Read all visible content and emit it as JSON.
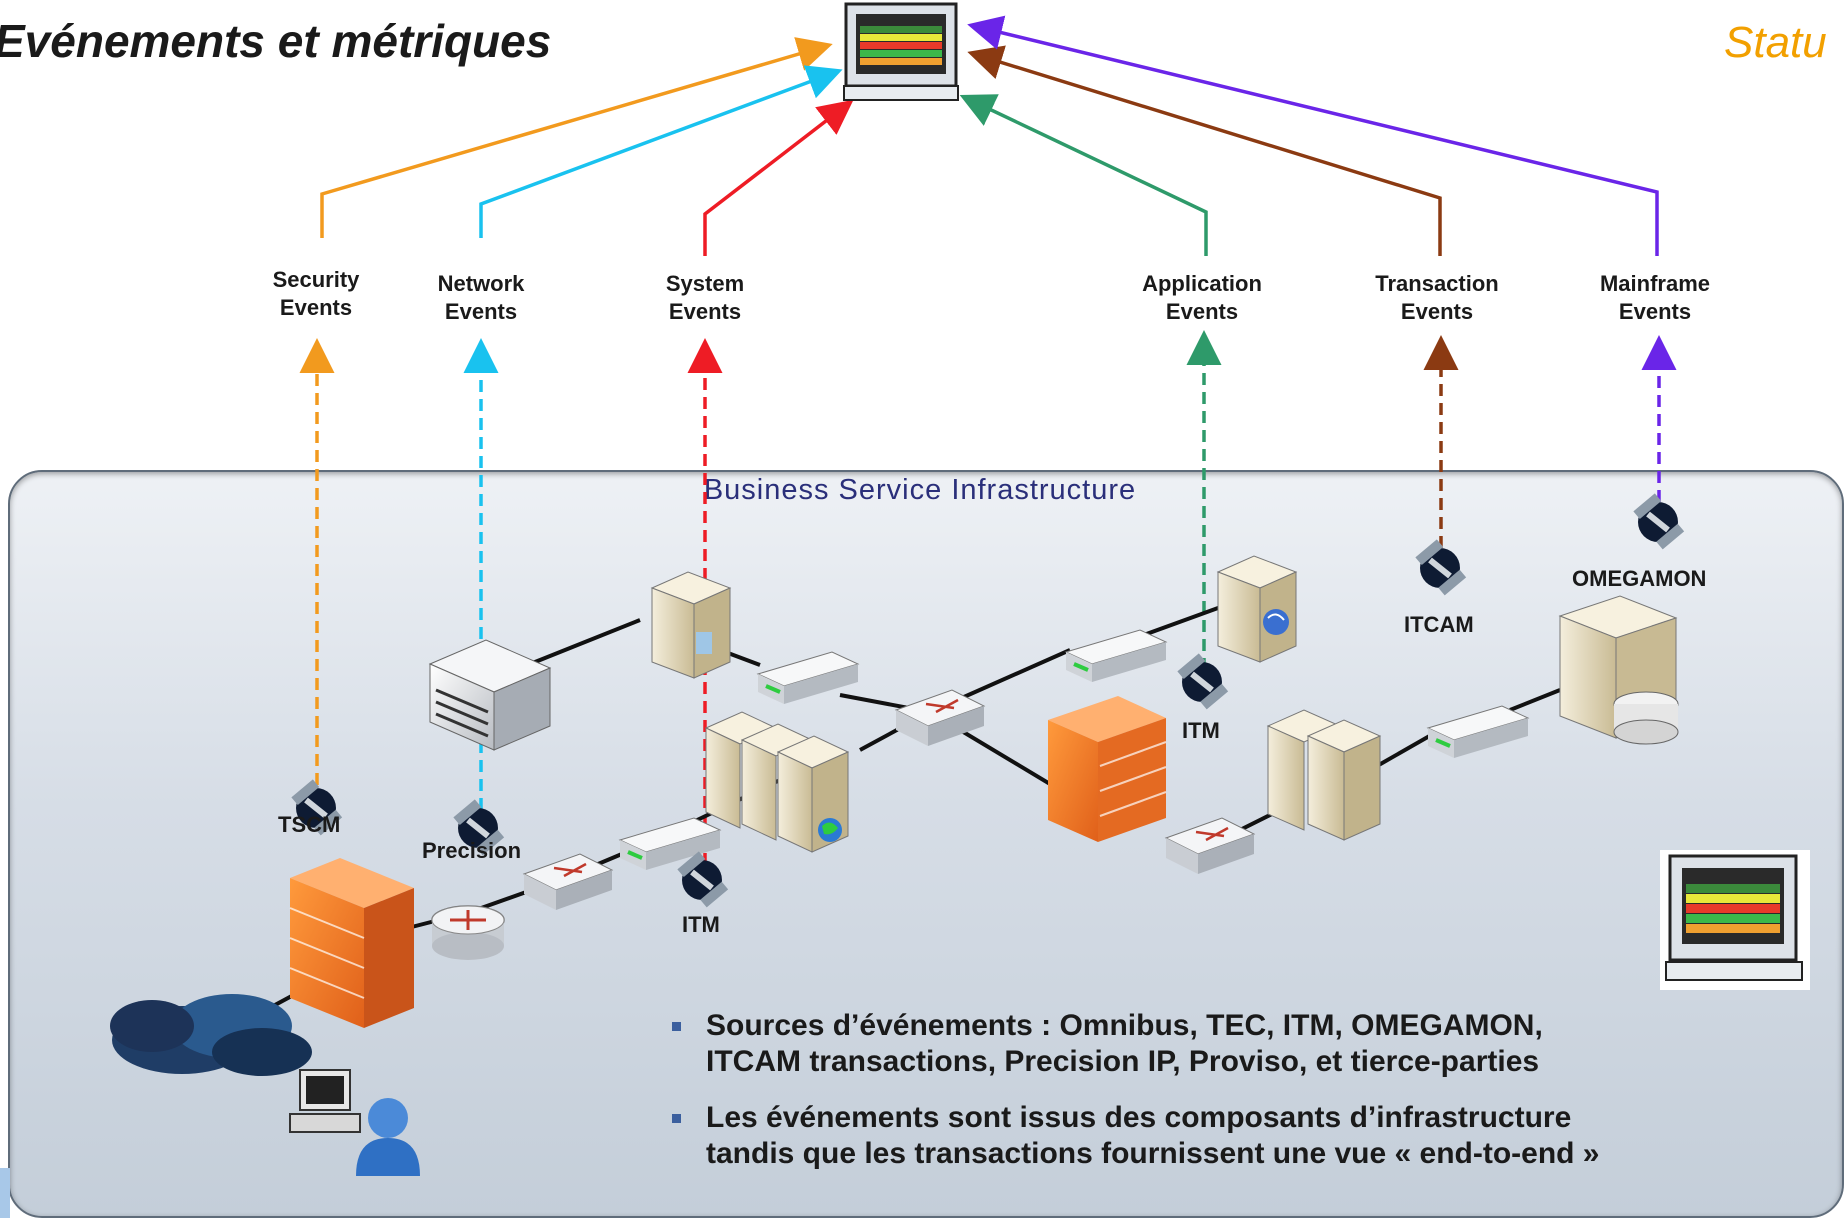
{
  "header": {
    "title": "Evénements et métriques",
    "title_right": "Statu"
  },
  "infrastructure": {
    "title": "Business Service Infrastructure"
  },
  "event_sources": [
    {
      "line1": "Security",
      "line2": "Events",
      "color": "#f29a1e"
    },
    {
      "line1": "Network",
      "line2": "Events",
      "color": "#19c2ef"
    },
    {
      "line1": "System",
      "line2": "Events",
      "color": "#ee1c25"
    },
    {
      "line1": "Application",
      "line2": "Events",
      "color": "#2e9a6a"
    },
    {
      "line1": "Transaction",
      "line2": "Events",
      "color": "#8b3a12"
    },
    {
      "line1": "Mainframe",
      "line2": "Events",
      "color": "#6a25e8"
    }
  ],
  "agents": {
    "tscm": "TSCM",
    "precision": "Precision",
    "itm_1": "ITM",
    "itm_2": "ITM",
    "itcam": "ITCAM",
    "omegamon": "OMEGAMON"
  },
  "bullets": [
    {
      "line1": "Sources d’événements : Omnibus, TEC, ITM, OMEGAMON,",
      "line2": "ITCAM transactions, Precision IP, Proviso, et tierce-parties"
    },
    {
      "line1": "Les événements sont issus des composants d’infrastructure",
      "line2": "tandis que les transactions fournissent une vue « end-to-end »"
    }
  ],
  "icons": [
    "monitor-console-icon",
    "firewall-icon",
    "router-icon",
    "switch-icon",
    "server-icon",
    "mainframe-icon",
    "satellite-agent-icon",
    "cloud-icon",
    "user-icon",
    "workstation-icon"
  ]
}
